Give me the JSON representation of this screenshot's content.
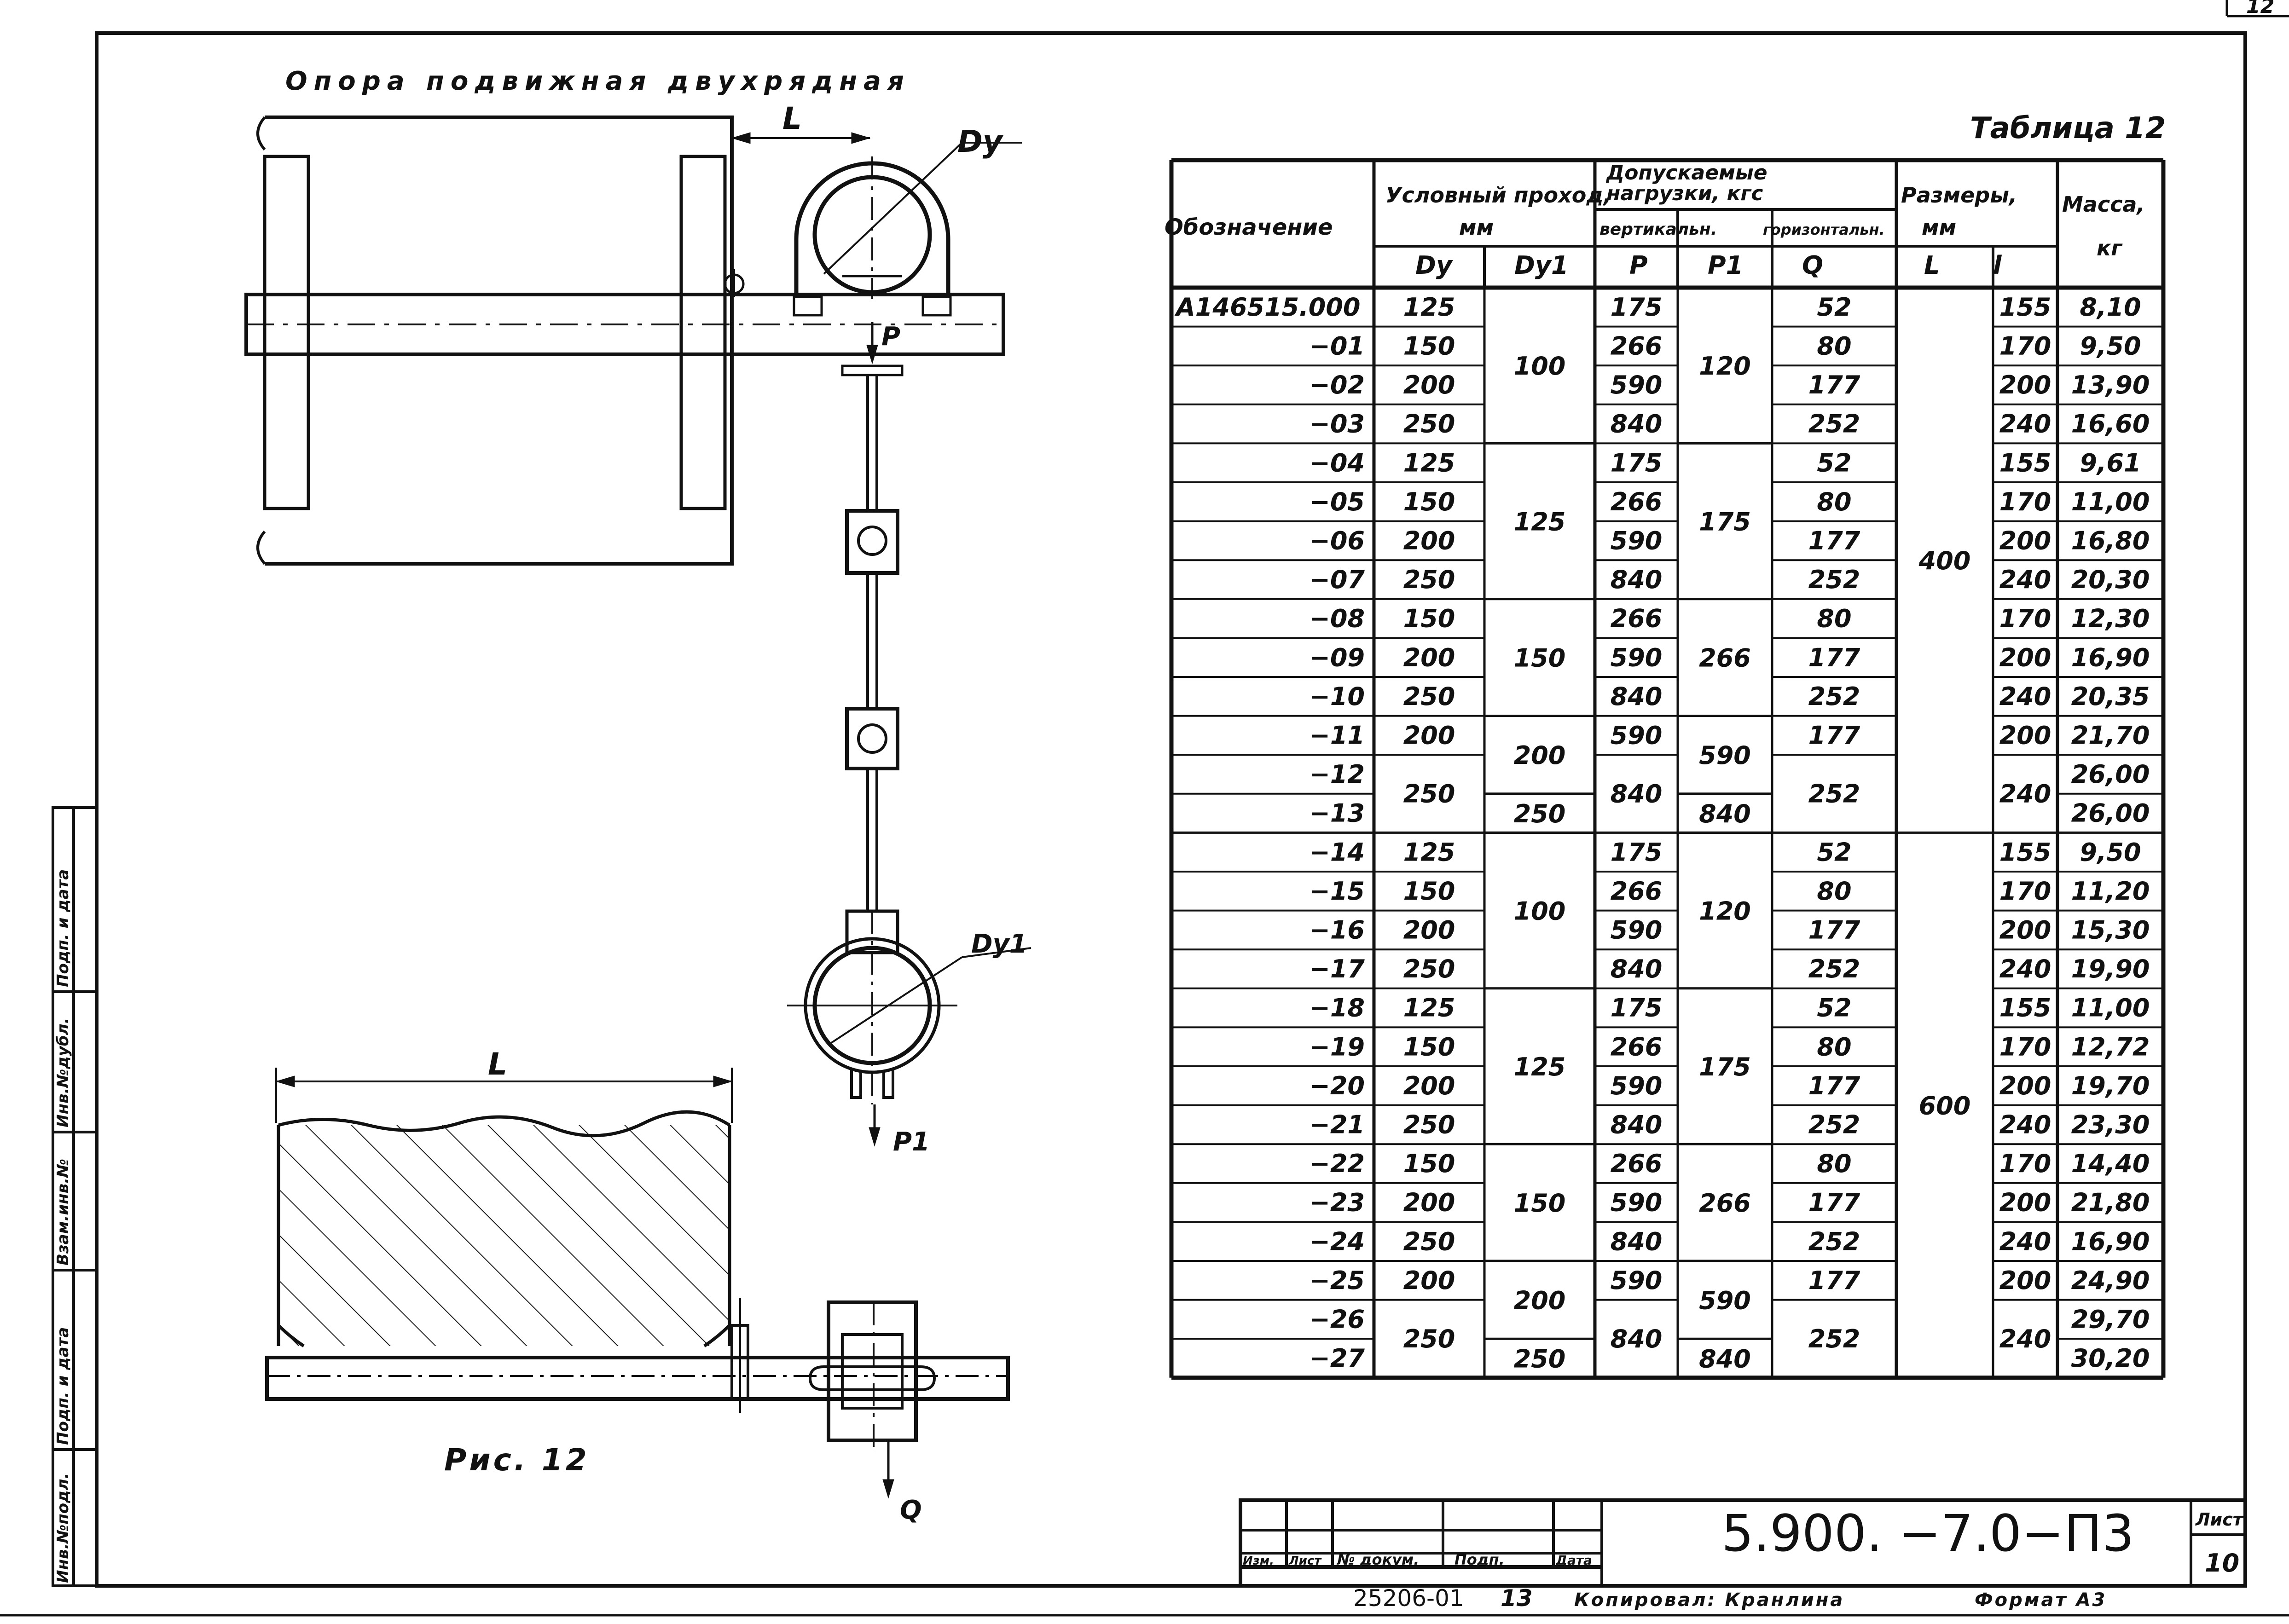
{
  "page_corner_number": "12",
  "drawing": {
    "title": "Опора подвижная двухрядная",
    "figure_caption": "Рис. 12",
    "dim_L_small": "L",
    "dim_L_big": "L",
    "label_Dy": "Dу",
    "label_Dy1": "Dу1",
    "label_P": "P",
    "label_P1": "P1",
    "label_Q": "Q"
  },
  "table": {
    "caption": "Таблица 12",
    "headers": {
      "oboz": "Обозначение",
      "uslov": "Условный проход,",
      "uslov_mm": "мм",
      "dop_line1": "Допускаемые",
      "dop_line2": "нагрузки, кгс",
      "vert": "вертикальн.",
      "gor": "горизонтальн.",
      "razm": "Размеры,",
      "razm_mm": "мм",
      "massa": "Масса,",
      "massa_unit": "кг",
      "Dy": "Dу",
      "Dy1": "Dу1",
      "P": "P",
      "P1": "P1",
      "Q": "Q",
      "L": "L",
      "l": "l"
    },
    "oboz": [
      "A146515.000",
      "−01",
      "−02",
      "−03",
      "−04",
      "−05",
      "−06",
      "−07",
      "−08",
      "−09",
      "−10",
      "−11",
      "−12",
      "−13",
      "−14",
      "−15",
      "−16",
      "−17",
      "−18",
      "−19",
      "−20",
      "−21",
      "−22",
      "−23",
      "−24",
      "−25",
      "−26",
      "−27"
    ],
    "dy": [
      "125",
      "150",
      "200",
      "250",
      "125",
      "150",
      "200",
      "250",
      "150",
      "200",
      "250",
      "200",
      "250",
      "",
      "125",
      "150",
      "200",
      "250",
      "125",
      "150",
      "200",
      "250",
      "150",
      "200",
      "250",
      "200",
      "250",
      ""
    ],
    "p": [
      "175",
      "266",
      "590",
      "840",
      "175",
      "266",
      "590",
      "840",
      "266",
      "590",
      "840",
      "590",
      "840",
      "",
      "175",
      "266",
      "590",
      "840",
      "175",
      "266",
      "590",
      "840",
      "266",
      "590",
      "840",
      "590",
      "840",
      ""
    ],
    "q": [
      "52",
      "80",
      "177",
      "252",
      "52",
      "80",
      "177",
      "252",
      "80",
      "177",
      "252",
      "177",
      "252",
      "",
      "52",
      "80",
      "177",
      "252",
      "52",
      "80",
      "177",
      "252",
      "80",
      "177",
      "252",
      "177",
      "252",
      ""
    ],
    "l_small": [
      "155",
      "170",
      "200",
      "240",
      "155",
      "170",
      "200",
      "240",
      "170",
      "200",
      "240",
      "200",
      "240",
      "",
      "155",
      "170",
      "200",
      "240",
      "155",
      "170",
      "200",
      "240",
      "170",
      "200",
      "240",
      "200",
      "240",
      ""
    ],
    "mass": [
      "8,10",
      "9,50",
      "13,90",
      "16,60",
      "9,61",
      "11,00",
      "16,80",
      "20,30",
      "12,30",
      "16,90",
      "20,35",
      "21,70",
      "26,00",
      "26,00",
      "9,50",
      "11,20",
      "15,30",
      "19,90",
      "11,00",
      "12,72",
      "19,70",
      "23,30",
      "14,40",
      "21,80",
      "16,90",
      "24,90",
      "29,70",
      "30,20"
    ],
    "dy1_groups": [
      "100",
      "125",
      "150",
      "200",
      "250",
      "100",
      "125",
      "150",
      "200",
      "250"
    ],
    "p1_groups": [
      "120",
      "175",
      "266",
      "590",
      "840",
      "120",
      "175",
      "266",
      "590",
      "840"
    ],
    "L_groups": [
      "400",
      "600"
    ]
  },
  "side_stamp": [
    "Инв.№подл.",
    "Подп. и дата",
    "Взам.инв.№",
    "Инв.№дубл.",
    "Подп. и дата"
  ],
  "title_block": {
    "designation": "5.900.  −7.0−П3",
    "sheet_label": "Лист",
    "sheet_number": "10",
    "cols": [
      "Изм.",
      "Лист",
      "№ докум.",
      "Подп.",
      "Дата"
    ],
    "bottom_number": "25206-01",
    "bottom_small": "13",
    "copied": "Копировал: Кранлина",
    "format": "Формат А3"
  }
}
